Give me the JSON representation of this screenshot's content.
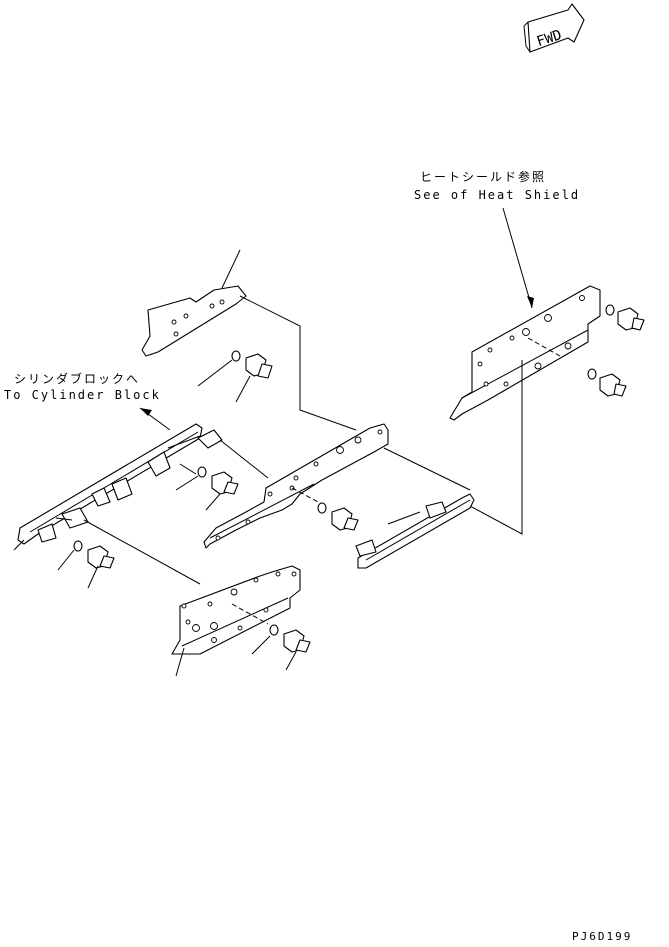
{
  "fwd_label": "FWD",
  "heat_shield_jp": "ヒートシールド参照",
  "heat_shield_en": "See of Heat Shield",
  "cylinder_jp": "シリンダブロックへ",
  "cylinder_en": "To Cylinder Block",
  "drawing_code": "PJ6D199"
}
